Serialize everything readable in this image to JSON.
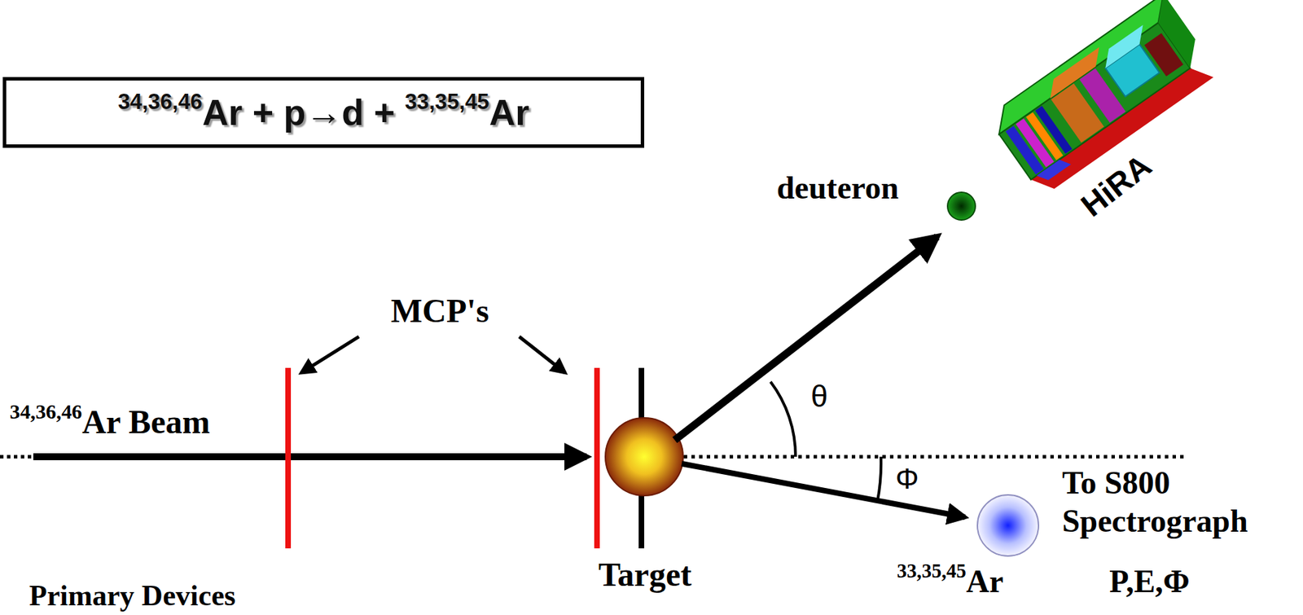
{
  "diagram": {
    "nodes": [
      {
        "text": [
          "34,36,46Ar + p→d + 33,35,45Ar"
        ]
      }
    ],
    "labels": [
      "34,36,46Ar Beam",
      "MCP's",
      "deuteron",
      "HiRA",
      "θ",
      "Φ",
      "Target",
      "33,35,45Ar",
      "To S800 Spectrograph",
      "P,E,Φ",
      "Primary Devices"
    ]
  }
}
